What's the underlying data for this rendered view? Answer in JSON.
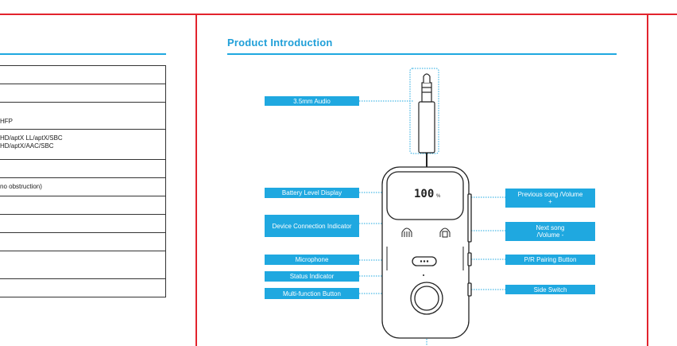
{
  "page": {
    "section_title": "Product Introduction"
  },
  "spec_table": {
    "rows": [
      "",
      "",
      "HFP",
      "HD/aptX LL/aptX/SBC\nHD/aptX/AAC/SBC",
      "",
      "no obstruction)",
      "",
      "",
      "",
      "",
      ""
    ]
  },
  "callouts": {
    "audio": "3.5mm Audio",
    "battery": "Battery Level Display",
    "device_connection": "Device Connection Indicator",
    "microphone": "Microphone",
    "status": "Status Indicator",
    "multifunction": "Multi-function Button",
    "previous": "Previous song /Volume +",
    "next": "Next song /Volume -",
    "pairing": "P/R Pairing Button",
    "side_switch": "Side Switch"
  },
  "device": {
    "battery_value": "100",
    "battery_unit": "%"
  },
  "colors": {
    "accent": "#1fa8e0",
    "border_red": "#e2232d"
  }
}
